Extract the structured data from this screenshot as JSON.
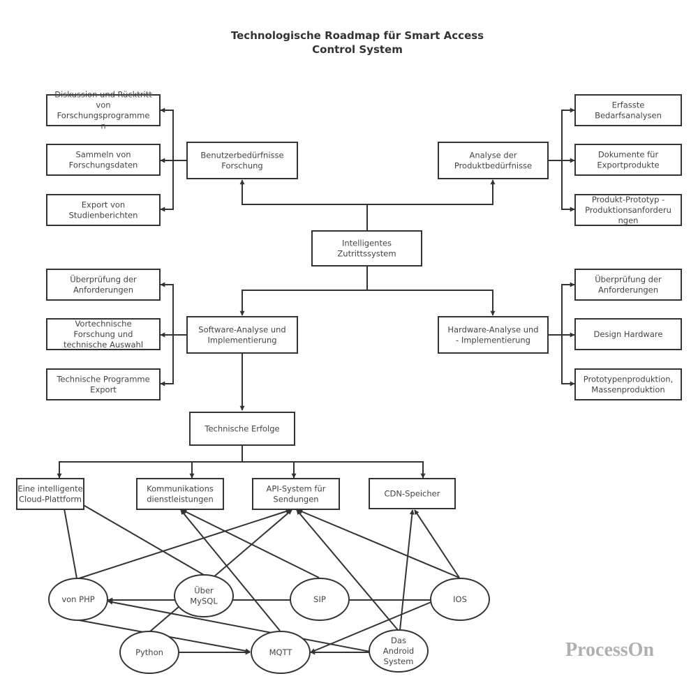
{
  "title": [
    "Technologische Roadmap für Smart Access",
    "Control System"
  ],
  "watermark": "ProcessOn",
  "colors": {
    "stroke": "#333333",
    "text": "#444444",
    "background": "#ffffff",
    "watermark": "#b0b0b0"
  },
  "nodes": {
    "root": [
      "Intelligentes",
      "Zutrittssystem"
    ],
    "user_research": [
      "Benutzerbedürfnisse",
      "Forschung"
    ],
    "product_analysis": [
      "Analyse der",
      "Produktbedürfnisse"
    ],
    "software": [
      "Software-Analyse und",
      "Implementierung"
    ],
    "hardware": [
      "Hardware-Analyse und",
      "- Implementierung"
    ],
    "ur_1": [
      "Diskussion und Rücktritt",
      "von",
      "Forschungsprogramme",
      "n"
    ],
    "ur_2": [
      "Sammeln von",
      "Forschungsdaten"
    ],
    "ur_3": [
      "Export von",
      "Studienberichten"
    ],
    "pa_1": [
      "Erfasste",
      "Bedarfsanalysen"
    ],
    "pa_2": [
      "Dokumente für",
      "Exportprodukte"
    ],
    "pa_3": [
      "Produkt-Prototyp -",
      "Produktionsanforderu",
      "ngen"
    ],
    "sw_1": [
      "Überprüfung der",
      "Anforderungen"
    ],
    "sw_2": [
      "Vortechnische",
      "Forschung und",
      "technische Auswahl"
    ],
    "sw_3": [
      "Technische Programme",
      "Export"
    ],
    "hw_1": [
      "Überprüfung der",
      "Anforderungen"
    ],
    "hw_2": [
      "Design Hardware"
    ],
    "hw_3": [
      "Prototypenproduktion,",
      "Massenproduktion"
    ],
    "results": [
      "Technische Erfolge"
    ],
    "cloud": [
      "Eine intelligente",
      "Cloud-Plattform"
    ],
    "comm": [
      "Kommunikations",
      "dienstleistungen"
    ],
    "api": [
      "API-System für",
      "Sendungen"
    ],
    "cdn": [
      "CDN-Speicher"
    ],
    "php": [
      "von PHP"
    ],
    "mysql": [
      "Über",
      "MySQL"
    ],
    "sip": [
      "SIP"
    ],
    "ios": [
      "IOS"
    ],
    "python": [
      "Python"
    ],
    "mqtt": [
      "MQTT"
    ],
    "android": [
      "Das",
      "Android",
      "System"
    ]
  }
}
